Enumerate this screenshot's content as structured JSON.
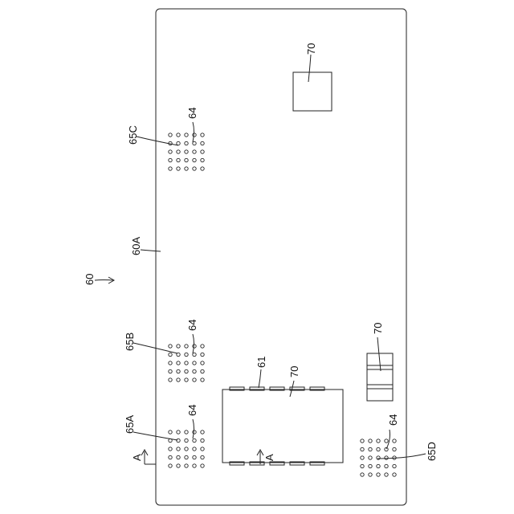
{
  "labels": {
    "assembly": "60",
    "board_surface": "60A",
    "connector": "61",
    "hole": "64",
    "hole_group_a": "65A",
    "hole_group_b": "65B",
    "hole_group_c": "65C",
    "hole_group_d": "65D",
    "component": "70",
    "section_marker": "A"
  },
  "hole_grid": {
    "rows": 5,
    "cols": 5
  }
}
